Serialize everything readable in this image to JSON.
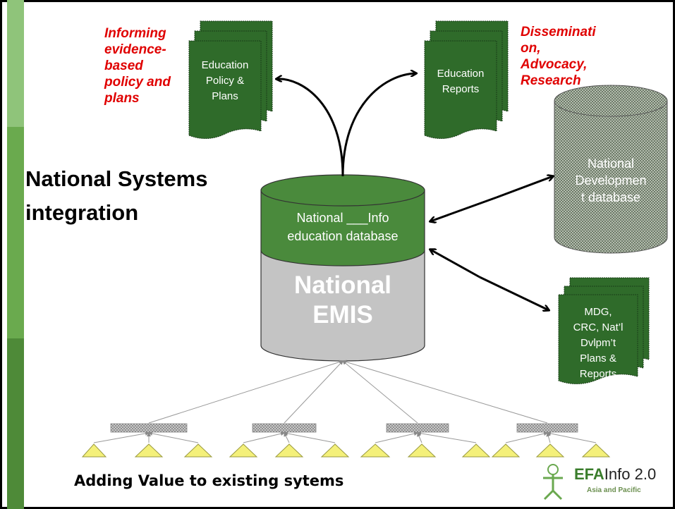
{
  "title": {
    "line1": "National Systems",
    "line2": "integration"
  },
  "notes": {
    "left": [
      "Informing",
      "evidence-",
      "based",
      "policy and",
      "plans"
    ],
    "right": [
      "Disseminati",
      "on,",
      "Advocacy,",
      "Research"
    ]
  },
  "docs": {
    "policy": [
      "Education",
      "Policy &",
      "Plans"
    ],
    "reports": [
      "Education",
      "Reports"
    ],
    "mdg": [
      "MDG,",
      "CRC, Nat’l",
      "Dvlpm’t",
      "Plans &",
      "Reports"
    ]
  },
  "central_db": {
    "top": [
      "National ___Info",
      "education database"
    ],
    "bottom": [
      "National",
      "EMIS"
    ]
  },
  "dev_db": [
    "National",
    "Developmen",
    "t database"
  ],
  "footer": "Adding Value to existing sytems",
  "logo": {
    "efa": "EFA",
    "info": "Info 2.0",
    "sub": "Asia and Pacific"
  },
  "colors": {
    "doc_green": "#2f6b2a",
    "db_green": "#4a8a3c",
    "emis_grey": "#c4c4c4",
    "note_red": "#e00000"
  }
}
